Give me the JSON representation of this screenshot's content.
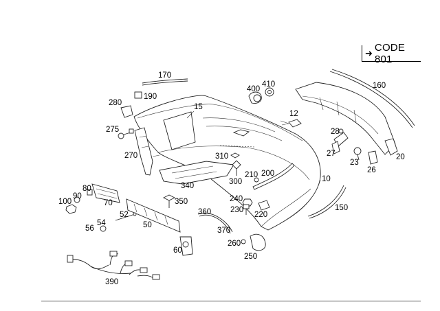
{
  "header": {
    "code_label": "CODE 801",
    "arrow_icon": "arrow-right-icon"
  },
  "parts": [
    {
      "id": "p10",
      "label": "10"
    },
    {
      "id": "p12",
      "label": "12"
    },
    {
      "id": "p15",
      "label": "15"
    },
    {
      "id": "p20",
      "label": "20"
    },
    {
      "id": "p23",
      "label": "23"
    },
    {
      "id": "p26",
      "label": "26"
    },
    {
      "id": "p27",
      "label": "27"
    },
    {
      "id": "p28",
      "label": "28"
    },
    {
      "id": "p50",
      "label": "50"
    },
    {
      "id": "p52",
      "label": "52"
    },
    {
      "id": "p54",
      "label": "54"
    },
    {
      "id": "p56",
      "label": "56"
    },
    {
      "id": "p60",
      "label": "60"
    },
    {
      "id": "p70",
      "label": "70"
    },
    {
      "id": "p80",
      "label": "80"
    },
    {
      "id": "p90",
      "label": "90"
    },
    {
      "id": "p100",
      "label": "100"
    },
    {
      "id": "p150",
      "label": "150"
    },
    {
      "id": "p160",
      "label": "160"
    },
    {
      "id": "p170",
      "label": "170"
    },
    {
      "id": "p190",
      "label": "190"
    },
    {
      "id": "p200",
      "label": "200"
    },
    {
      "id": "p210",
      "label": "210"
    },
    {
      "id": "p220",
      "label": "220"
    },
    {
      "id": "p230",
      "label": "230"
    },
    {
      "id": "p240",
      "label": "240"
    },
    {
      "id": "p250",
      "label": "250"
    },
    {
      "id": "p260",
      "label": "260"
    },
    {
      "id": "p270",
      "label": "270"
    },
    {
      "id": "p275",
      "label": "275"
    },
    {
      "id": "p280",
      "label": "280"
    },
    {
      "id": "p300",
      "label": "300"
    },
    {
      "id": "p310",
      "label": "310"
    },
    {
      "id": "p340",
      "label": "340"
    },
    {
      "id": "p350",
      "label": "350"
    },
    {
      "id": "p360",
      "label": "360"
    },
    {
      "id": "p370",
      "label": "370"
    },
    {
      "id": "p390",
      "label": "390"
    },
    {
      "id": "p400",
      "label": "400"
    },
    {
      "id": "p410",
      "label": "410"
    }
  ]
}
